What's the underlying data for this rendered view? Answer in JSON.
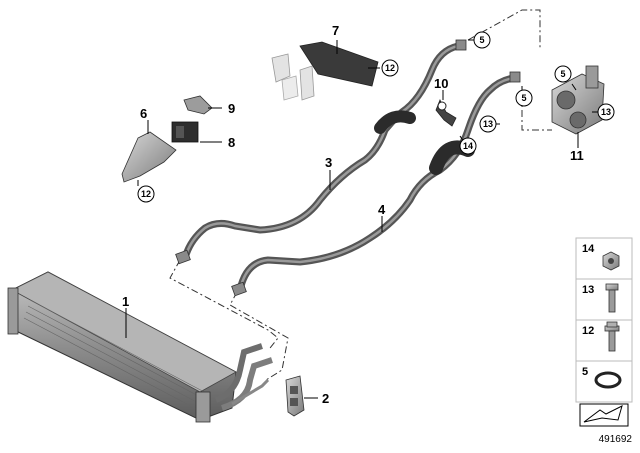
{
  "callouts": {
    "c1": "1",
    "c2": "2",
    "c3": "3",
    "c4": "4",
    "c5a": "5",
    "c5b": "5",
    "c5c": "5",
    "c6": "6",
    "c7": "7",
    "c8": "8",
    "c9": "9",
    "c10": "10",
    "c11": "11",
    "c12a": "12",
    "c12b": "12",
    "c13a": "13",
    "c13b": "13",
    "c14": "14"
  },
  "legend": {
    "items": [
      {
        "num": "14",
        "icon": "nut-icon"
      },
      {
        "num": "13",
        "icon": "bolt-icon"
      },
      {
        "num": "12",
        "icon": "flange-bolt-icon"
      },
      {
        "num": "5",
        "icon": "o-ring-icon"
      }
    ],
    "bottom_icon": "arrow-box-icon"
  },
  "diagram_number": "491692"
}
